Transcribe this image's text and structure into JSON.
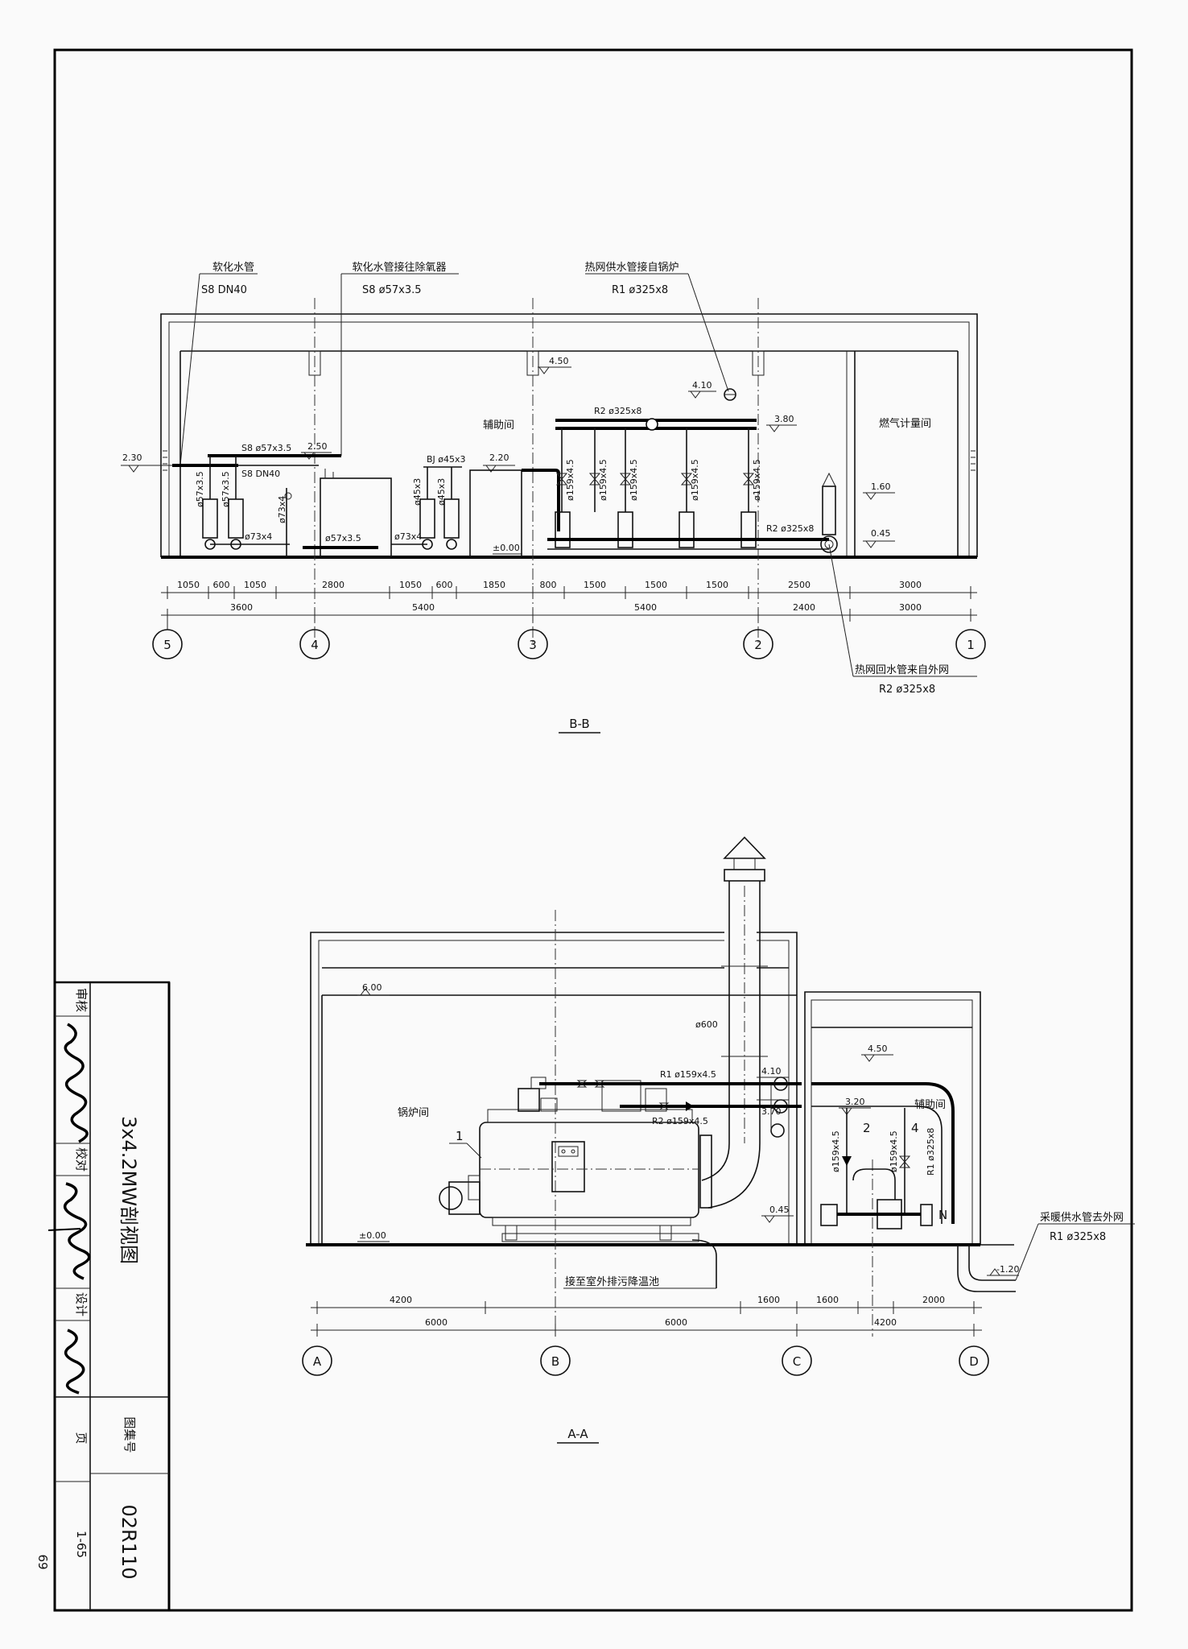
{
  "section_bb": {
    "caption": "B-B",
    "callout_soft_water": {
      "title": "软化水管",
      "spec": "S8 DN40"
    },
    "callout_to_deaerator": {
      "title": "软化水管接往除氧器",
      "spec": "S8 ø57x3.5"
    },
    "callout_supply_from_boiler": {
      "title": "热网供水管接自锅炉",
      "spec": "R1 ø325x8"
    },
    "callout_return_from_network": {
      "title": "热网回水管来自外网",
      "spec": "R2  ø325x8"
    },
    "room_aux": "辅助间",
    "room_gas_meter": "燃气计量间",
    "elevations": [
      "2.30",
      "2.50",
      "2.20",
      "4.50",
      "4.10",
      "3.80",
      "1.60",
      "0.45",
      "±0.00"
    ],
    "pipe_labels": {
      "s8_57": "S8 ø57x3.5",
      "s8_dn40": "S8 DN40",
      "bj_45": "BJ ø45x3",
      "r2_header": "R2 ø325x8",
      "r2_lower": "R2 ø325x8",
      "phi_73_a": "ø73x4",
      "phi_73_b": "ø73x4",
      "phi_73_v": "ø73x4",
      "phi_57_h": "ø57x3.5",
      "phi_57_v1": "ø57x3.5",
      "phi_57_v2": "ø57x3.5",
      "phi_45_v1": "ø45x3",
      "phi_45_v2": "ø45x3",
      "phi_159": [
        "ø159x4.5",
        "ø159x4.5",
        "ø159x4.5",
        "ø159x4.5",
        "ø159x4.5"
      ]
    },
    "dims_top": [
      "1050",
      "600",
      "1050",
      "2800",
      "1050",
      "600",
      "1850",
      "800",
      "1500",
      "1500",
      "1500",
      "2500",
      "3000"
    ],
    "dims_bottom": [
      "3600",
      "5400",
      "5400",
      "2400",
      "3000"
    ],
    "axes": [
      "5",
      "4",
      "3",
      "2",
      "1"
    ]
  },
  "section_aa": {
    "caption": "A-A",
    "room_boiler": "锅炉间",
    "room_aux": "辅助间",
    "callout_to_outdoor_pool": "接至室外排污降温池",
    "callout_supply_to_network": {
      "title": "采暖供水管去外网",
      "spec": "R1  ø325x8"
    },
    "pipe_labels": {
      "r1": "R1 ø159x4.5",
      "r2": "R2 ø159x4.5",
      "chimney": "ø600",
      "v1": "ø159x4.5",
      "v2": "ø159x4.5",
      "v3": "R1 ø325x8"
    },
    "elevations": [
      "6.00",
      "4.10",
      "3.70",
      "4.50",
      "3.20",
      "0.45",
      "±0.00",
      "-1.20"
    ],
    "marks": [
      "1",
      "2",
      "4"
    ],
    "dims_top": [
      "4200",
      "1600",
      "1600",
      "2000"
    ],
    "dims_bottom": [
      "6000",
      "6000",
      "4200"
    ],
    "axes": [
      "A",
      "B",
      "C",
      "D"
    ]
  },
  "title_block": {
    "drawing_title": "3x4.2MW剖视图",
    "atlas_label": "图集号",
    "atlas_no": "02R110",
    "page_label": "页",
    "page_no": "1-65",
    "review_label": "审核",
    "check_label": "校对",
    "design_label": "设计"
  },
  "page_number": "69"
}
